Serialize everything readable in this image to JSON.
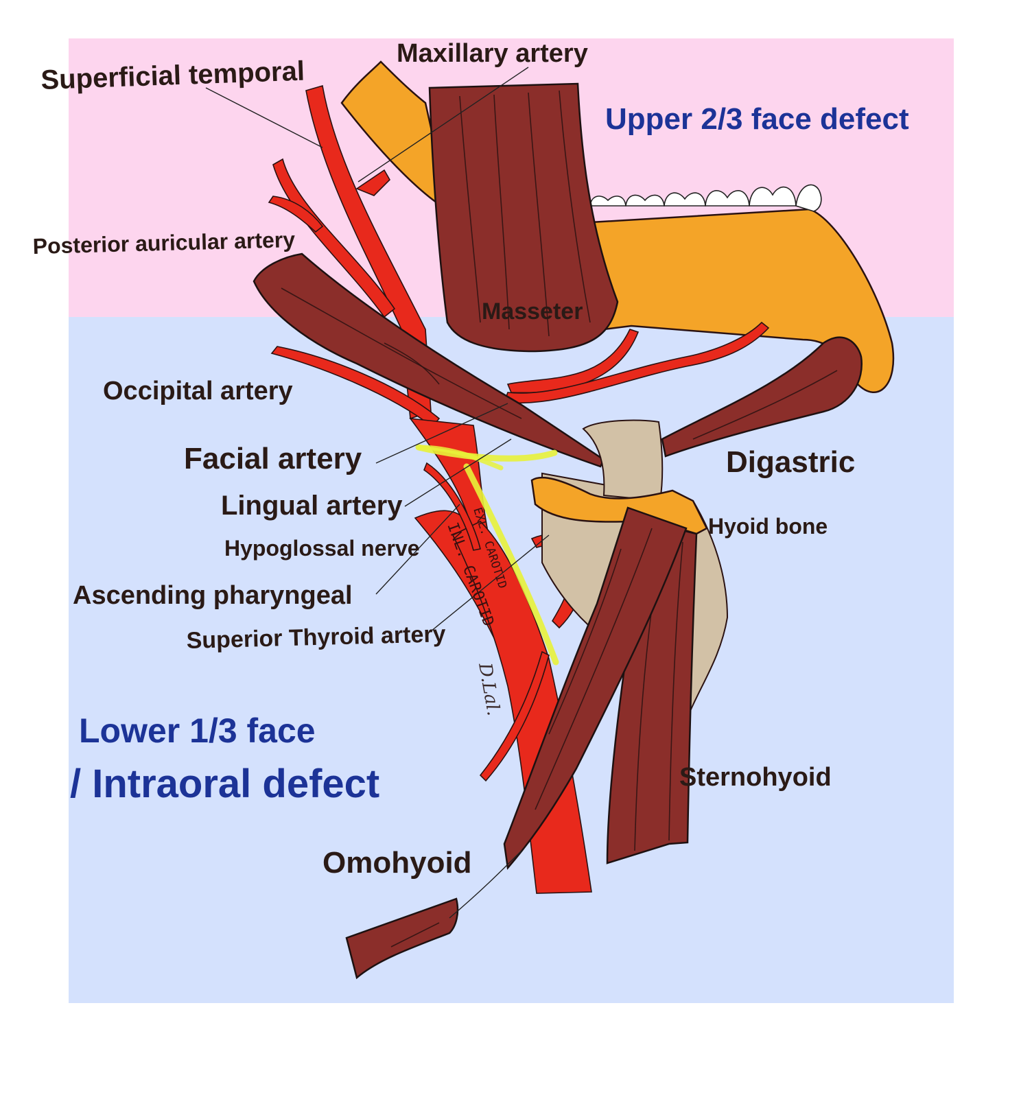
{
  "zones": {
    "upper": "Upper 2/3 face defect",
    "lower_line1": "Lower 1/3 face",
    "lower_line2": "/ Intraoral defect"
  },
  "colors": {
    "upper_zone": "#fdd5ee",
    "lower_zone": "#d4e1fd",
    "zone_text": "#1c3397",
    "artery": "#e8291c",
    "muscle": "#8b2e2a",
    "bone": "#f4a428",
    "cartilage": "#d2c1a6",
    "nerve": "#e8f23a"
  },
  "labels": {
    "superficial_temporal": "Superficial temporal",
    "maxillary_artery": "Maxillary artery",
    "posterior_auricular": "Posterior auricular artery",
    "masseter": "Masseter",
    "occipital_artery": "Occipital artery",
    "facial_artery": "Facial artery",
    "lingual_artery": "Lingual artery",
    "hypoglossal_nerve": "Hypoglossal nerve",
    "ascending_pharyngeal": "Ascending pharyngeal",
    "superior_thyroid": "Superior Thyroid artery",
    "digastric": "Digastric",
    "hyoid_bone": "Hyoid bone",
    "sternohyoid": "Sternohyoid",
    "omohyoid": "Omohyoid",
    "ext_carotid": "EXL. CAROTID",
    "int_carotid": "INL. CAROTID",
    "signature": "D.Lal."
  }
}
